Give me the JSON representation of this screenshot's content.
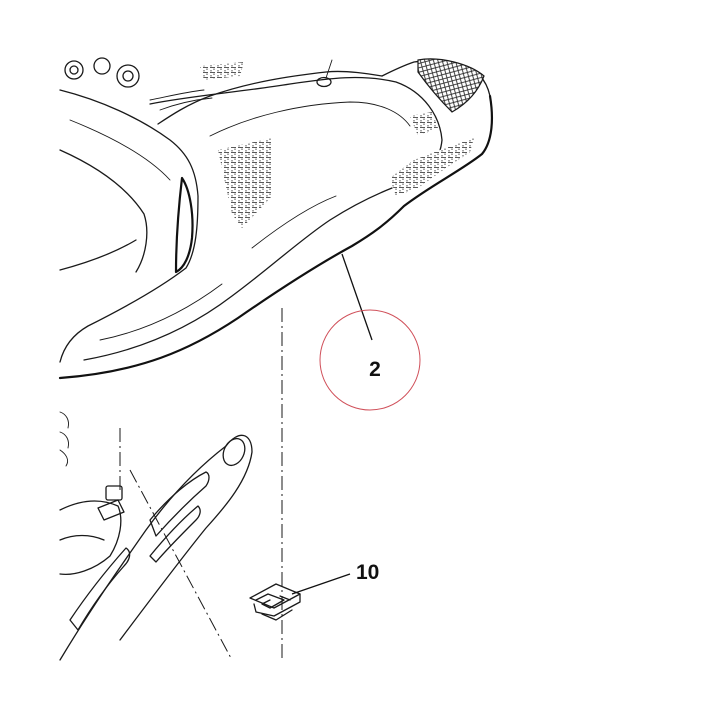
{
  "callouts": [
    {
      "id": "part-2",
      "label": "2"
    },
    {
      "id": "part-10",
      "label": "10"
    }
  ],
  "colors": {
    "line": "#1a1a1a",
    "highlight_circle": "#d0505a",
    "background": "#ffffff"
  }
}
